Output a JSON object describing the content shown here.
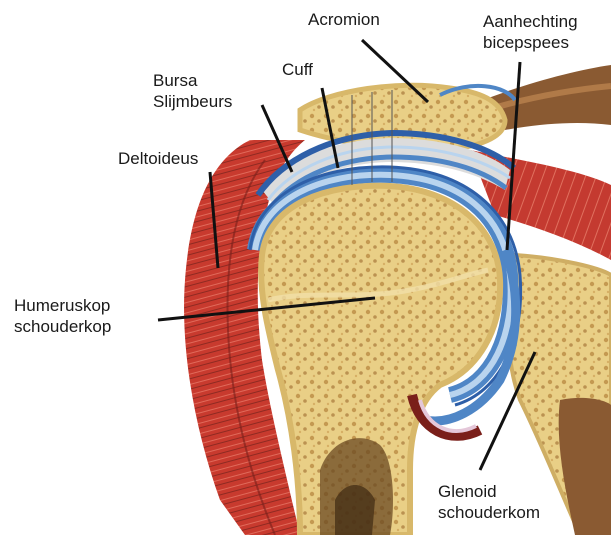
{
  "labels": {
    "acromion": "Acromion",
    "aanhechting": [
      "Aanhechting",
      "bicepspees"
    ],
    "bursa": [
      "Bursa",
      "Slijmbeurs"
    ],
    "cuff": "Cuff",
    "deltoideus": "Deltoideus",
    "humeruskop": [
      "Humeruskop",
      "schouderkop"
    ],
    "glenoid": [
      "Glenoid",
      "schouderkom"
    ]
  },
  "colors": {
    "background": "#ffffff",
    "bone": "#e9cf86",
    "bone_dots": "#b8873f",
    "cortex": "#d8b86a",
    "cartilage_blue": "#4f86c6",
    "cartilage_light": "#b9d4ee",
    "muscle": "#c83a2e",
    "muscle_dark": "#7a1f1a",
    "leader_line": "#111111"
  }
}
